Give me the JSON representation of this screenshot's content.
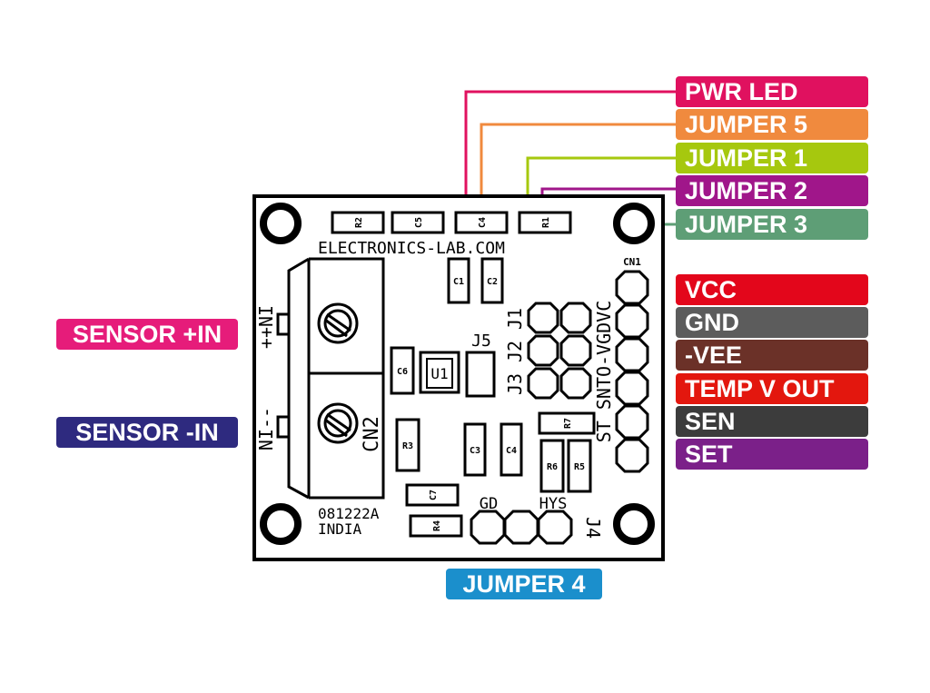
{
  "board": {
    "silkscreen": {
      "r2": "R2",
      "c5": "C5",
      "c4_top": "C4",
      "r1": "R1",
      "brand": "ELECTRONICS-LAB.COM",
      "c1": "C1",
      "c2": "C2",
      "j5": "J5",
      "c6": "C6",
      "u1": "U1",
      "j1": "J1",
      "j2": "J2",
      "j3": "J3",
      "cn1": "CN1",
      "header_pins": "ST SNTO-VGDVC",
      "in_plus": "++NI",
      "in_minus": "NI--",
      "cn2": "CN2",
      "r3": "R3",
      "c3": "C3",
      "c4": "C4",
      "r7": "R7",
      "r6": "R6",
      "r5": "R5",
      "c7": "C7",
      "r4": "R4",
      "gd": "GD",
      "hys": "HYS",
      "j4": "J4",
      "date_code": "081222A",
      "country": "INDIA"
    }
  },
  "callouts": {
    "pwr_led": {
      "text": "PWR LED",
      "color": "#e0115f"
    },
    "jumper5": {
      "text": "JUMPER 5",
      "color": "#f08a3e"
    },
    "jumper1": {
      "text": "JUMPER 1",
      "color": "#a6c80e"
    },
    "jumper2": {
      "text": "JUMPER 2",
      "color": "#a0168a"
    },
    "jumper3": {
      "text": "JUMPER 3",
      "color": "#5e9e76"
    },
    "vcc": {
      "text": "VCC",
      "color": "#e3061b"
    },
    "gnd": {
      "text": "GND",
      "color": "#5c5c5c"
    },
    "vee": {
      "text": "-VEE",
      "color": "#6b3128"
    },
    "temp_v_out": {
      "text": "TEMP V OUT",
      "color": "#e3170e"
    },
    "sen": {
      "text": "SEN",
      "color": "#3c3c3c"
    },
    "set": {
      "text": "SET",
      "color": "#7b2089"
    },
    "sensor_plus_in": {
      "text": "SENSOR +IN",
      "color": "#e61c7a"
    },
    "sensor_minus_in": {
      "text": "SENSOR -IN",
      "color": "#2e2a7f"
    },
    "jumper4": {
      "text": "JUMPER 4",
      "color": "#1b8fcc"
    }
  }
}
